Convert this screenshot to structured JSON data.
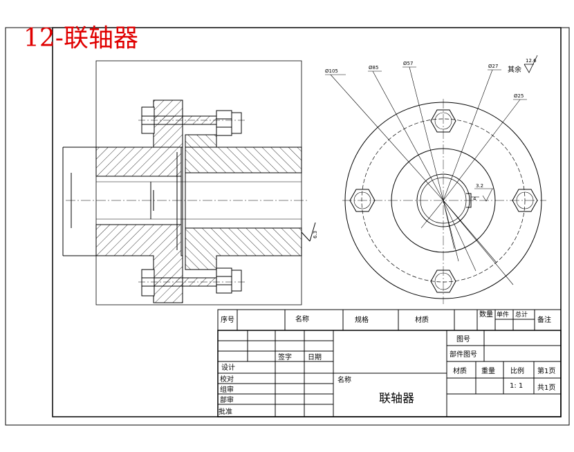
{
  "page_title": "12-联轴器",
  "dimensions": {
    "d105": "Ø105",
    "d85": "Ø85",
    "d57": "Ø57",
    "d27": "Ø27",
    "d25": "Ø25",
    "rest_label": "其余",
    "rest_value": "12.6",
    "keyway_value": "3.2",
    "keyway_small": "4",
    "left_surface": "6.3"
  },
  "parts_table": {
    "seq": "序号",
    "name": "名称",
    "spec": "规格",
    "material": "材质",
    "qty": "数量",
    "unit": "单件",
    "total": "总计",
    "remark": "备注"
  },
  "title_block": {
    "sign": "签字",
    "date": "日期",
    "drawing_no": "图号",
    "part_no": "部件图号",
    "design": "设计",
    "check": "校对",
    "review": "组审",
    "dept_review": "部审",
    "approve": "批准",
    "name_label": "名称",
    "name_value": "联轴器",
    "material": "材质",
    "weight": "重量",
    "scale": "比例",
    "sheet": "第1页",
    "scale_value": "1: 1",
    "total_sheets": "共1页"
  }
}
